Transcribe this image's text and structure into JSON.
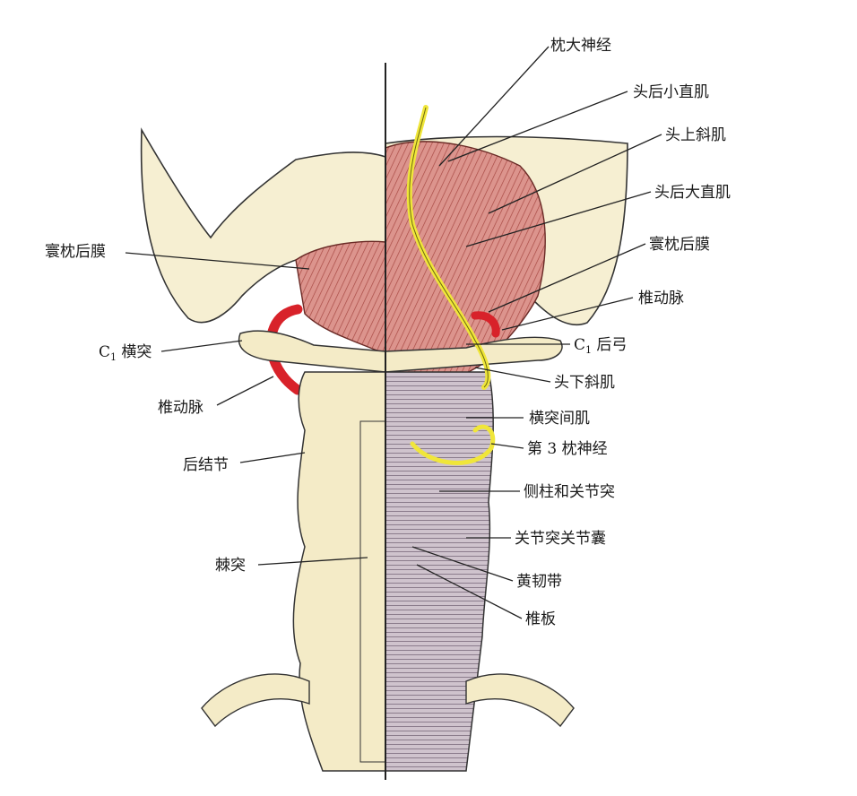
{
  "labels": {
    "greater_occipital_nerve": "枕大神经",
    "rectus_capitis_posterior_minor": "头后小直肌",
    "obliquus_capitis_superior": "头上斜肌",
    "rectus_capitis_posterior_major": "头后大直肌",
    "posterior_atlanto_occipital_membrane_right": "寰枕后膜",
    "vertebral_artery_right": "椎动脉",
    "c1_posterior_arch_pre": "C",
    "c1_posterior_arch_sub": "1",
    "c1_posterior_arch_post": " 后弓",
    "obliquus_capitis_inferior": "头下斜肌",
    "intertransversarii": "横突间肌",
    "third_occipital_nerve": "第 3 枕神经",
    "lateral_mass_articular_process": "侧柱和关节突",
    "facet_joint_capsule": "关节突关节囊",
    "ligamentum_flavum": "黄韧带",
    "lamina": "椎板",
    "posterior_atlanto_occipital_membrane_left": "寰枕后膜",
    "c1_transverse_process_pre": "C",
    "c1_transverse_process_sub": "1",
    "c1_transverse_process_post": " 横突",
    "vertebral_artery_left": "椎动脉",
    "posterior_tubercle": "后结节",
    "spinous_process": "棘突"
  },
  "colors": {
    "muscle": "#d98a84",
    "muscle_dark": "#a8423c",
    "bone": "#f4ebc7",
    "artery": "#d8222a",
    "nerve": "#f0e63a",
    "ligament": "#b8a8b8"
  }
}
